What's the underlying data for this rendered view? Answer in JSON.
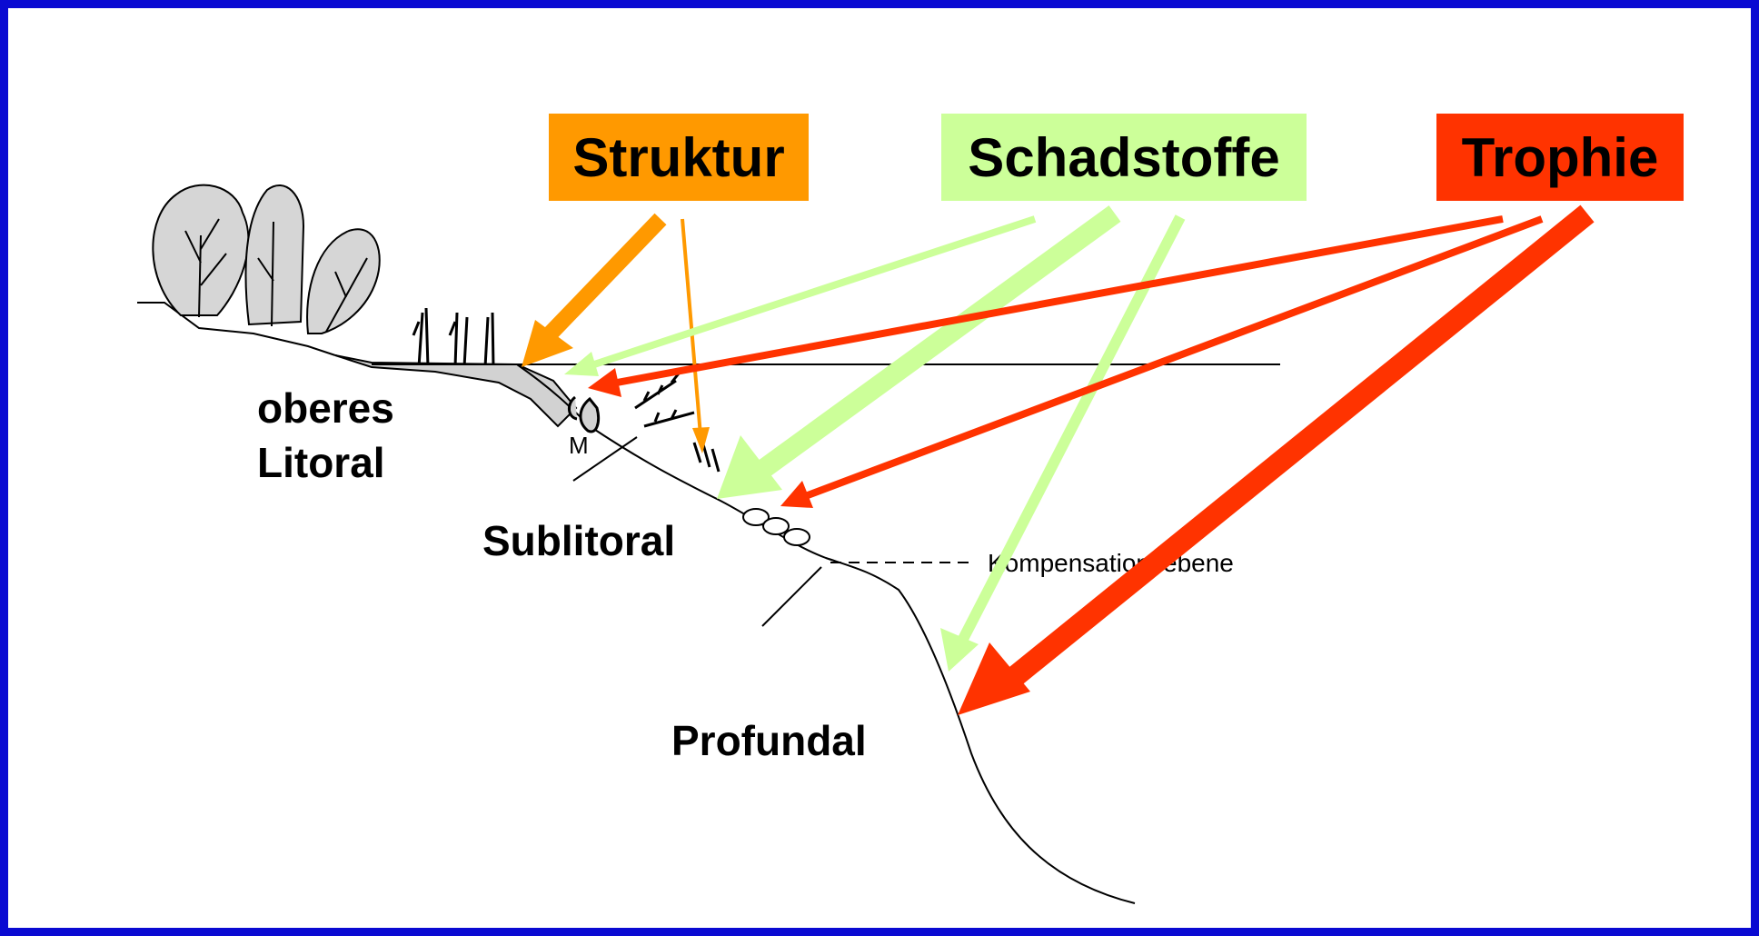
{
  "colors": {
    "frame": "#0a0ad2",
    "struktur": "#ff9900",
    "schadstoffe": "#ccff99",
    "trophie": "#ff3300"
  },
  "factors": {
    "struktur": "Struktur",
    "schadstoffe": "Schadstoffe",
    "trophie": "Trophie"
  },
  "zones": {
    "oberes_litoral": [
      "oberes",
      "Litoral"
    ],
    "sublitoral": "Sublitoral",
    "profundal": "Profundal"
  },
  "diagram": {
    "compensation_label": "Kompensationsebene",
    "m_label": "M"
  }
}
